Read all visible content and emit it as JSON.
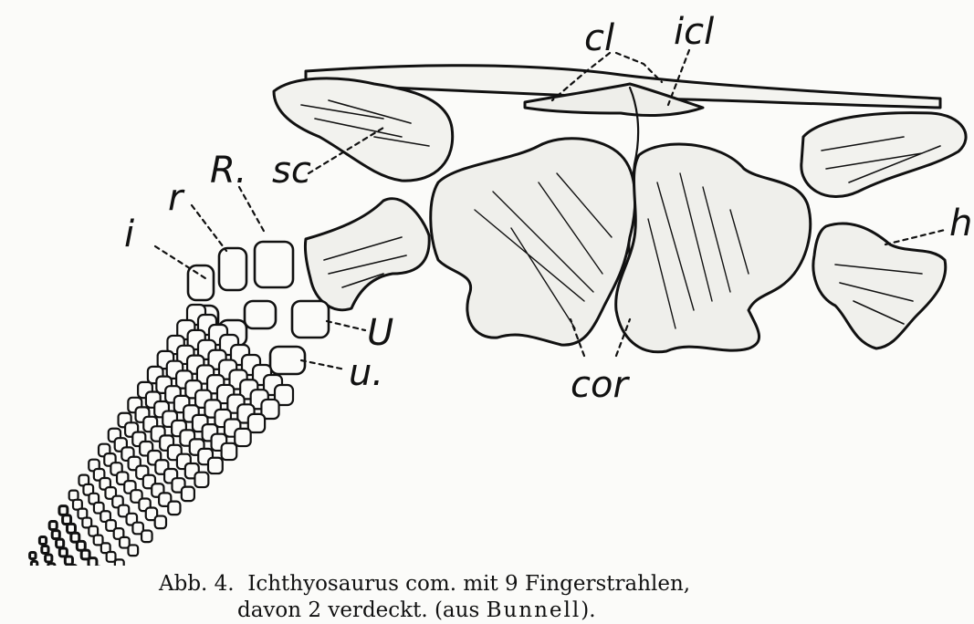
{
  "labels": {
    "cl": "cl",
    "icl": "icl",
    "sc": "sc",
    "R": "R.",
    "r": "r",
    "i": "i",
    "U": "U",
    "u": "u.",
    "h": "h",
    "cor": "cor"
  },
  "caption": {
    "prefix": "Abb. 4.",
    "line1": "Ichthyosaurus com. mit 9 Fingerstrahlen,",
    "line2_start": "davon 2 verdeckt. (aus",
    "author": "Bunnell",
    "line2_end": ")."
  }
}
